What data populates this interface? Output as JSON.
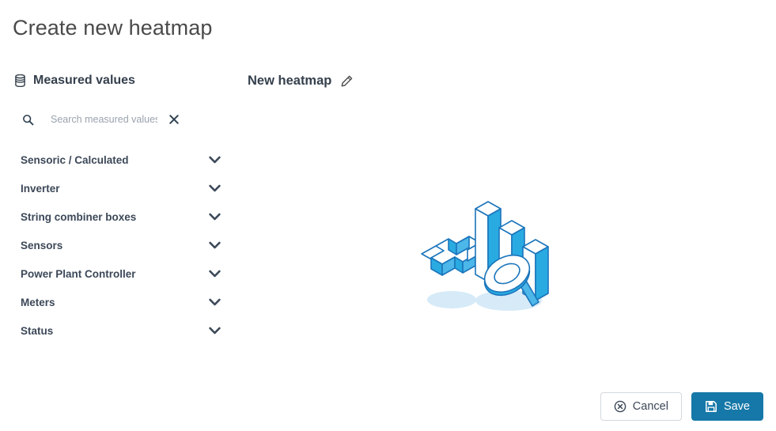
{
  "page": {
    "title": "Create new heatmap"
  },
  "colors": {
    "accent": "#1678a8",
    "text": "#3c4858",
    "title": "#4a4a4a",
    "placeholder": "#9aa3ad",
    "border": "#d3d8dd",
    "illustration_blue": "#29abe2",
    "illustration_dark": "#1b75bb",
    "illustration_shadow": "#d6eaf8"
  },
  "sidebar": {
    "icon": "database-icon",
    "header": "Measured values",
    "search": {
      "icon": "search-icon",
      "placeholder": "Search measured values",
      "value": "",
      "clear_icon": "close-icon"
    },
    "items": [
      {
        "label": "Sensoric / Calculated",
        "icon": "chevron-down-icon"
      },
      {
        "label": "Inverter",
        "icon": "chevron-down-icon"
      },
      {
        "label": "String combiner boxes",
        "icon": "chevron-down-icon"
      },
      {
        "label": "Sensors",
        "icon": "chevron-down-icon"
      },
      {
        "label": "Power Plant Controller",
        "icon": "chevron-down-icon"
      },
      {
        "label": "Meters",
        "icon": "chevron-down-icon"
      },
      {
        "label": "Status",
        "icon": "chevron-down-icon"
      }
    ]
  },
  "main": {
    "heatmap_name": "New heatmap",
    "edit_icon": "pencil-icon",
    "illustration": "isometric-chart-plus-magnifier-illustration"
  },
  "footer": {
    "cancel_label": "Cancel",
    "cancel_icon": "circle-x-icon",
    "save_label": "Save",
    "save_icon": "floppy-disk-icon"
  }
}
